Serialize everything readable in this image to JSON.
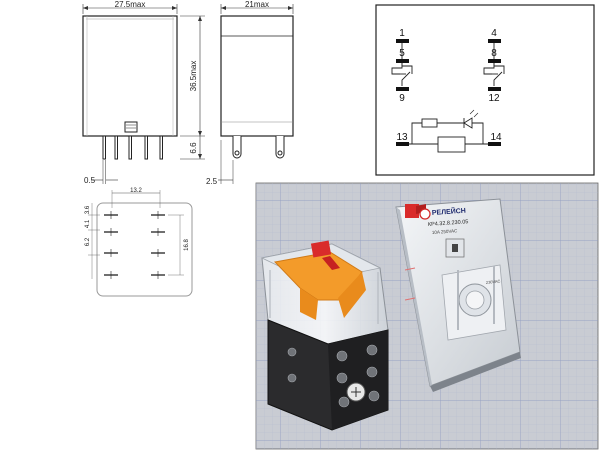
{
  "front_view": {
    "width_dim": "27.5max",
    "height_dim": "36.5max",
    "pin_length_dim": "6.6",
    "pin_thickness_dim": "0.5"
  },
  "side_view": {
    "width_dim": "21max",
    "pin_offset_dim": "2.5"
  },
  "footprint": {
    "col_spacing_dim": "13.2",
    "row_pitch_a": "3.6",
    "row_pitch_b": "4.1",
    "row_pitch_c": "6.2",
    "total_height_dim": "16.8"
  },
  "schematic": {
    "pins": {
      "p1": "1",
      "p4": "4",
      "p5": "5",
      "p8": "8",
      "p9": "9",
      "p12": "12",
      "p13": "13",
      "p14": "14"
    }
  },
  "photo": {
    "brand": "РЕЛЕЙСН",
    "model": "КР4.32.8.230.05",
    "rating": "10A 250VAC",
    "coil": "230VAC",
    "colors": {
      "background": "#c9ccd3",
      "grid": "#9aa7c8",
      "lever": "#f39b2a",
      "tab": "#d92b2b",
      "base": "#2b2b2d"
    }
  }
}
